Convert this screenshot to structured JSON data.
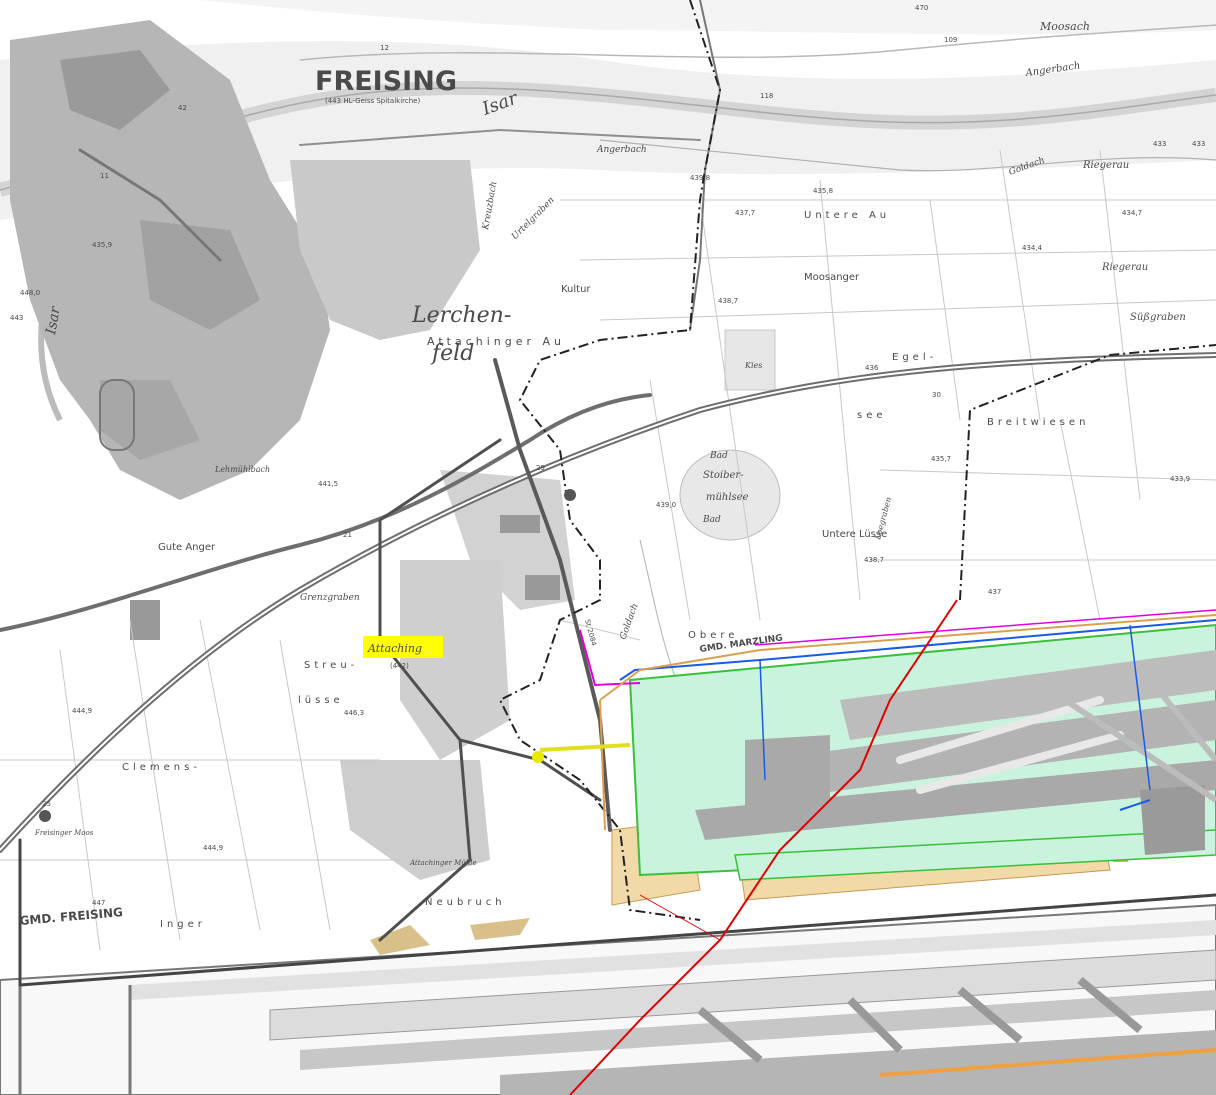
{
  "map": {
    "colors": {
      "background": "#ffffff",
      "settlement": "#a8a8a8",
      "river": "#dcdcdc",
      "road": "#6e6e6e",
      "forest": "#efefef",
      "airport_green": "#c9f3dc",
      "airport_tan": "#f2d9a8",
      "highlight": "#ffff00",
      "boundary": "#222222",
      "red_line": "#e00000",
      "blue_line": "#1a5be6",
      "magenta_line": "#e000e0",
      "orange_line": "#d9a050"
    },
    "town_labels": {
      "freising": "FREISING",
      "freising_sub": "(443 HL-Geiss Spitalkirche)",
      "lerchen": "Lerchen-",
      "feld": "feld",
      "attaching": "Attaching",
      "attaching_sub": "(442)",
      "gute_anger": "Gute Anger",
      "untere_au": "Untere Au",
      "moosanger": "Moosanger",
      "attachinger_au": "Attachinger Au",
      "kultur": "Kultur",
      "egel": "Egel-",
      "see": "see",
      "breitwiesen": "Breitwiesen",
      "untere_luesse": "Untere Lüsse",
      "obere": "Obere",
      "gmd_marzling": "GMD. MARZLING",
      "streu": "Streu-",
      "luesse": "lüsse",
      "clemens": "Clemens-",
      "neubruch": "Neubruch",
      "gmd_freising": "GMD. FREISING",
      "inger": "Inger",
      "riegerau_1": "Riegerau",
      "riegerau_2": "Riegerau",
      "bad_stoiber": "Bad",
      "stoiber": "Stoiber-",
      "muehlsee": "mühlsee",
      "bad2": "Bad",
      "moosach": "Moosach",
      "angerbach": "Angerbach",
      "angerbach_2": "Angerbach",
      "isar": "Isar",
      "isar_2": "Isar",
      "goldach": "Goldach",
      "goldach_2": "Goldach",
      "urtelgraben": "Urtelgraben",
      "kreuzbach": "Kreuzbach",
      "grenzgraben": "Grenzgraben",
      "suessgraben": "Süßgraben",
      "loegraben": "Loegraben",
      "lehmuehlbach": "Lehmühlbach",
      "kies": "Kies",
      "st2084": "St 2084",
      "freisinger_moos": "Freisinger Moos",
      "attachinger_muehle": "Attachinger Mühle"
    },
    "elevations": [
      "439,8",
      "435,8",
      "437,7",
      "434,4",
      "434,7",
      "433",
      "438,7",
      "436",
      "435,7",
      "433,9",
      "439,0",
      "438,7",
      "437",
      "441,5",
      "435,9",
      "448,0",
      "443",
      "444,9",
      "444,9",
      "447",
      "446,3",
      "433"
    ],
    "road_numbers": [
      "11",
      "12",
      "42",
      "29",
      "30",
      "21",
      "25",
      "118",
      "109",
      "470"
    ]
  }
}
